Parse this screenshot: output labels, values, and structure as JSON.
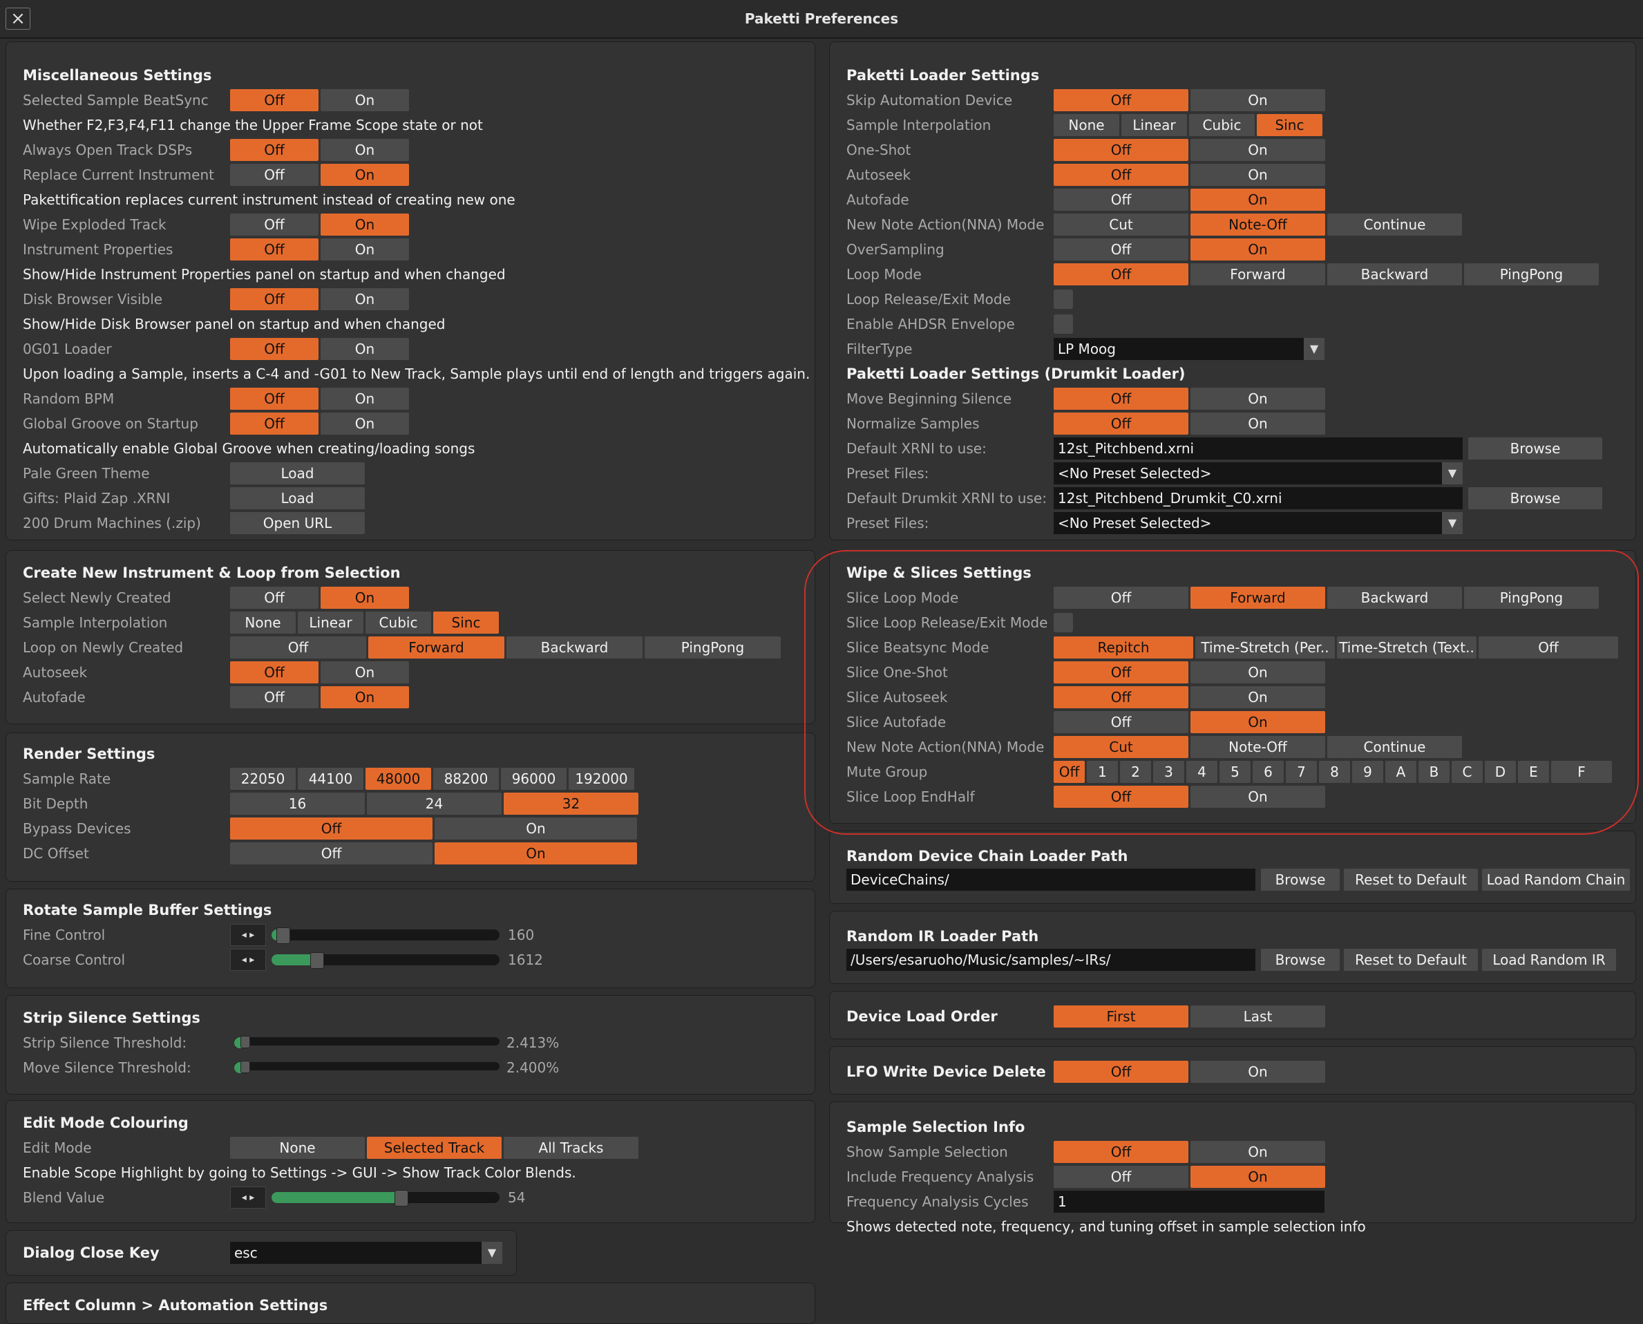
{
  "window": {
    "title": "Paketti Preferences",
    "close_icon": "×"
  },
  "misc": {
    "title": "Miscellaneous Settings",
    "rows": [
      {
        "label": "Selected Sample BeatSync",
        "options": [
          "Off",
          "On"
        ],
        "selected": 0
      },
      {
        "label": "Always Open Track DSPs",
        "options": [
          "Off",
          "On"
        ],
        "selected": 0
      },
      {
        "label": "Replace Current Instrument",
        "options": [
          "Off",
          "On"
        ],
        "selected": 1
      },
      {
        "label": "Wipe Exploded Track",
        "options": [
          "Off",
          "On"
        ],
        "selected": 1
      },
      {
        "label": "Instrument Properties",
        "options": [
          "Off",
          "On"
        ],
        "selected": 0
      },
      {
        "label": "Disk Browser Visible",
        "options": [
          "Off",
          "On"
        ],
        "selected": 0
      },
      {
        "label": "0G01 Loader",
        "options": [
          "Off",
          "On"
        ],
        "selected": 0
      },
      {
        "label": "Random BPM",
        "options": [
          "Off",
          "On"
        ],
        "selected": 0
      },
      {
        "label": "Global Groove on Startup",
        "options": [
          "Off",
          "On"
        ],
        "selected": 0
      }
    ],
    "info_f2": "Whether F2,F3,F4,F11 change the Upper Frame Scope state or not",
    "info_paket": "Pakettification replaces current instrument instead of creating new one",
    "info_instr": "Show/Hide Instrument Properties panel on startup and when changed",
    "info_disk": "Show/Hide Disk Browser panel on startup and when changed",
    "info_0g01": "Upon loading a Sample, inserts a C-4 and -G01 to New Track, Sample plays until end of length and triggers again.",
    "info_groove": "Automatically enable Global Groove when creating/loading songs",
    "pale_label": "Pale Green Theme",
    "pale_btn": "Load",
    "gifts_label": "Gifts: Plaid Zap .XRNI",
    "gifts_btn": "Load",
    "drum_label": "200 Drum Machines (.zip)",
    "drum_btn": "Open URL"
  },
  "create": {
    "title": "Create New Instrument & Loop from Selection",
    "rows": [
      {
        "label": "Select Newly Created",
        "options": [
          "Off",
          "On"
        ],
        "selected": 1
      },
      {
        "label": "Sample Interpolation",
        "options": [
          "None",
          "Linear",
          "Cubic",
          "Sinc"
        ],
        "selected": 3
      },
      {
        "label": "Loop on Newly Created",
        "options": [
          "Off",
          "Forward",
          "Backward",
          "PingPong"
        ],
        "selected": 1
      },
      {
        "label": "Autoseek",
        "options": [
          "Off",
          "On"
        ],
        "selected": 0
      },
      {
        "label": "Autofade",
        "options": [
          "Off",
          "On"
        ],
        "selected": 1
      }
    ]
  },
  "render": {
    "title": "Render Settings",
    "rows": [
      {
        "label": "Sample Rate",
        "options": [
          "22050",
          "44100",
          "48000",
          "88200",
          "96000",
          "192000"
        ],
        "selected": 2
      },
      {
        "label": "Bit Depth",
        "options": [
          "16",
          "24",
          "32"
        ],
        "selected": 2
      },
      {
        "label": "Bypass Devices",
        "options": [
          "Off",
          "On"
        ],
        "selected": 0
      },
      {
        "label": "DC Offset",
        "options": [
          "Off",
          "On"
        ],
        "selected": 1
      }
    ]
  },
  "rotate": {
    "title": "Rotate Sample Buffer Settings",
    "fine_label": "Fine Control",
    "fine_value": "160",
    "fine_level": 0.02,
    "coarse_label": "Coarse Control",
    "coarse_value": "1612",
    "coarse_level": 0.17,
    "spin_icon": "◂ ▸"
  },
  "strip": {
    "title": "Strip Silence Settings",
    "strip_label": "Strip Silence Threshold:",
    "strip_value": "2.413%",
    "strip_level": 0.024,
    "move_label": "Move Silence Threshold:",
    "move_value": "2.400%",
    "move_level": 0.024
  },
  "editmode": {
    "title": "Edit Mode Colouring",
    "row": {
      "label": "Edit Mode",
      "options": [
        "None",
        "Selected Track",
        "All Tracks"
      ],
      "selected": 1
    },
    "info": "Enable Scope Highlight by going to Settings -> GUI -> Show Track Color Blends.",
    "blend_label": "Blend Value",
    "blend_value": "54",
    "blend_level": 0.54,
    "spin_icon": "◂ ▸"
  },
  "dialogkey": {
    "title": "Dialog Close Key",
    "value": "esc",
    "dd_icon": "▼"
  },
  "effect": {
    "title": "Effect Column > Automation Settings"
  },
  "loader": {
    "title": "Paketti Loader Settings",
    "rows": [
      {
        "label": "Skip Automation Device",
        "options": [
          "Off",
          "On"
        ],
        "selected": 0
      },
      {
        "label": "Sample Interpolation",
        "options": [
          "None",
          "Linear",
          "Cubic",
          "Sinc"
        ],
        "selected": 3
      },
      {
        "label": "One-Shot",
        "options": [
          "Off",
          "On"
        ],
        "selected": 0
      },
      {
        "label": "Autoseek",
        "options": [
          "Off",
          "On"
        ],
        "selected": 0
      },
      {
        "label": "Autofade",
        "options": [
          "Off",
          "On"
        ],
        "selected": 1
      },
      {
        "label": "New Note Action(NNA) Mode",
        "options": [
          "Cut",
          "Note-Off",
          "Continue"
        ],
        "selected": 1
      },
      {
        "label": "OverSampling",
        "options": [
          "Off",
          "On"
        ],
        "selected": 1
      },
      {
        "label": "Loop Mode",
        "options": [
          "Off",
          "Forward",
          "Backward",
          "PingPong"
        ],
        "selected": 0
      }
    ],
    "loop_release_label": "Loop Release/Exit Mode",
    "ahdsr_label": "Enable AHDSR Envelope",
    "filter_label": "FilterType",
    "filter_value": "LP Moog",
    "dd_icon": "▼"
  },
  "drumkit": {
    "title": "Paketti Loader Settings (Drumkit Loader)",
    "rows": [
      {
        "label": "Move Beginning Silence",
        "options": [
          "Off",
          "On"
        ],
        "selected": 0
      },
      {
        "label": "Normalize Samples",
        "options": [
          "Off",
          "On"
        ],
        "selected": 0
      }
    ],
    "default_xrni_label": "Default XRNI to use:",
    "default_xrni_value": "12st_Pitchbend.xrni",
    "preset1_label": "Preset Files:",
    "preset1_value": "<No Preset Selected>",
    "default_drumkit_label": "Default Drumkit XRNI to use:",
    "default_drumkit_value": "12st_Pitchbend_Drumkit_C0.xrni",
    "preset2_label": "Preset Files:",
    "preset2_value": "<No Preset Selected>",
    "browse": "Browse",
    "dd_icon": "▼"
  },
  "wipe": {
    "title": "Wipe & Slices Settings",
    "loop_mode": {
      "label": "Slice Loop Mode",
      "options": [
        "Off",
        "Forward",
        "Backward",
        "PingPong"
      ],
      "selected": 1
    },
    "release_label": "Slice Loop Release/Exit Mode",
    "beatsync": {
      "label": "Slice Beatsync Mode",
      "options": [
        "Repitch",
        "Time-Stretch (Per..",
        "Time-Stretch (Text..",
        "Off"
      ],
      "selected": 0
    },
    "oneshot": {
      "label": "Slice One-Shot",
      "options": [
        "Off",
        "On"
      ],
      "selected": 0
    },
    "autoseek": {
      "label": "Slice Autoseek",
      "options": [
        "Off",
        "On"
      ],
      "selected": 0
    },
    "autofade": {
      "label": "Slice Autofade",
      "options": [
        "Off",
        "On"
      ],
      "selected": 1
    },
    "nna": {
      "label": "New Note Action(NNA) Mode",
      "options": [
        "Cut",
        "Note-Off",
        "Continue"
      ],
      "selected": 0
    },
    "mute": {
      "label": "Mute Group",
      "options": [
        "Off",
        "1",
        "2",
        "3",
        "4",
        "5",
        "6",
        "7",
        "8",
        "9",
        "A",
        "B",
        "C",
        "D",
        "E",
        "F"
      ],
      "selected": 0
    },
    "endhalf": {
      "label": "Slice Loop EndHalf",
      "options": [
        "Off",
        "On"
      ],
      "selected": 0
    },
    "annotation_color": "#c8302a"
  },
  "chain": {
    "title": "Random Device Chain Loader Path",
    "path": "DeviceChains/",
    "browse": "Browse",
    "reset": "Reset to Default",
    "load": "Load Random Chain"
  },
  "ir": {
    "title": "Random IR Loader Path",
    "path": "/Users/esaruoho/Music/samples/~IRs/",
    "browse": "Browse",
    "reset": "Reset to Default",
    "load": "Load Random IR"
  },
  "order": {
    "title": "Device Load Order",
    "options": [
      "First",
      "Last"
    ],
    "selected": 0
  },
  "lfo": {
    "title": "LFO Write Device Delete",
    "options": [
      "Off",
      "On"
    ],
    "selected": 0
  },
  "selinfo": {
    "title": "Sample Selection Info",
    "rows": [
      {
        "label": "Show Sample Selection",
        "options": [
          "Off",
          "On"
        ],
        "selected": 0
      },
      {
        "label": "Include Frequency Analysis",
        "options": [
          "Off",
          "On"
        ],
        "selected": 1
      }
    ],
    "cycles_label": "Frequency Analysis Cycles",
    "cycles_value": "1",
    "info": "Shows detected note, frequency, and tuning offset in sample selection info"
  },
  "colors": {
    "accent": "#e46a2c",
    "segment": "#4b4b4b",
    "panel": "#333333",
    "field": "#151515",
    "slider_fill": "#3b9a5b"
  }
}
